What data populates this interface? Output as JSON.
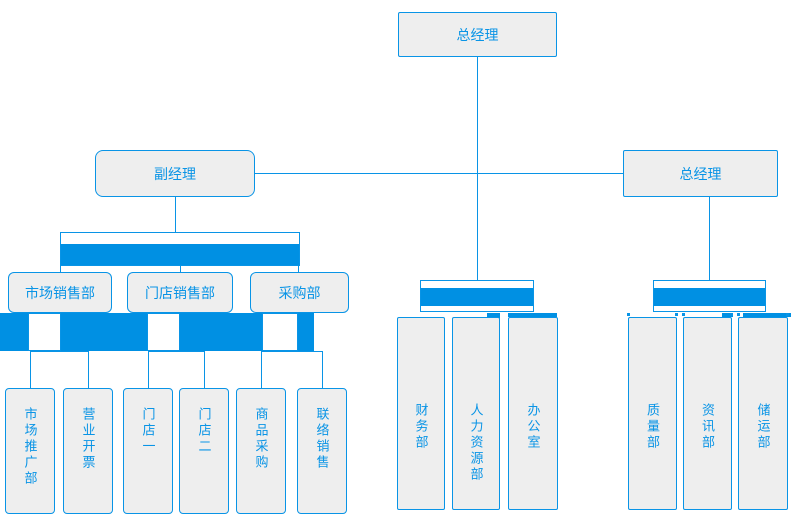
{
  "colors": {
    "accent": "#0994e6",
    "bar_fill": "#0090e3",
    "shape_fill": "#eeeeee",
    "background": "#ffffff"
  },
  "nodes": {
    "root": {
      "label": "总经理"
    },
    "deputy": {
      "label": "副经理"
    },
    "gm_right": {
      "label": "总经理"
    },
    "dept_market": {
      "label": "市场销售部"
    },
    "dept_store": {
      "label": "门店销售部"
    },
    "dept_purchasing": {
      "label": "采购部"
    },
    "leaf_promo": {
      "label": "市场推广部"
    },
    "leaf_invoicing": {
      "label": "营业开票"
    },
    "leaf_store1": {
      "label": "门店一"
    },
    "leaf_store2": {
      "label": "门店二"
    },
    "leaf_goods": {
      "label": "商品采购"
    },
    "leaf_liaison": {
      "label": "联络销售"
    },
    "leaf_finance": {
      "label": "财务部"
    },
    "leaf_hr": {
      "label": "人力资源部"
    },
    "leaf_office": {
      "label": "办公室"
    },
    "leaf_quality": {
      "label": "质量部"
    },
    "leaf_info": {
      "label": "资讯部"
    },
    "leaf_logistics": {
      "label": "储运部"
    }
  },
  "structure": {
    "root": "总经理",
    "children": [
      {
        "label": "副经理",
        "children": [
          {
            "label": "市场销售部",
            "children": [
              "市场推广部",
              "营业开票"
            ]
          },
          {
            "label": "门店销售部",
            "children": [
              "门店一",
              "门店二"
            ]
          },
          {
            "label": "采购部",
            "children": [
              "商品采购",
              "联络销售"
            ]
          }
        ]
      },
      {
        "label": "财务部"
      },
      {
        "label": "人力资源部"
      },
      {
        "label": "办公室"
      },
      {
        "label": "总经理",
        "children": [
          "质量部",
          "资讯部",
          "储运部"
        ]
      }
    ]
  }
}
